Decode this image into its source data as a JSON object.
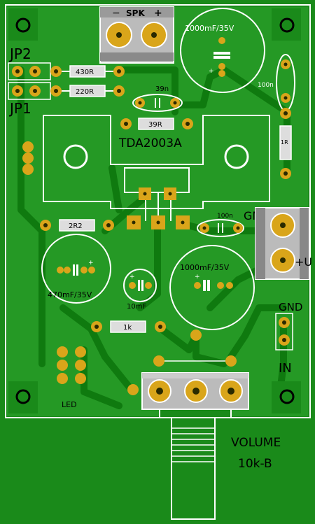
{
  "colors": {
    "board": "#1a8a1a",
    "copper": "#2fae2f",
    "copper_dark": "#158215",
    "silk": "#ffffff",
    "pad": "#d9a51a",
    "pad_hole": "#2a2a00",
    "black": "#000000"
  },
  "labels": {
    "spk": "SPK",
    "spk_minus": "−",
    "spk_plus": "+",
    "cap_top": "1000mF/35V",
    "jp2": "JP2",
    "jp1": "JP1",
    "r430": "430R",
    "r220": "220R",
    "c39n": "39n",
    "r39r": "39R",
    "chip": "TDA2003A",
    "c100n_right": "100n",
    "r1r": "1R",
    "r2r2": "2R2",
    "c100n_mid": "100n",
    "gnd_top": "GND",
    "plus_u": "+U",
    "cap_mid": "1000mF/35V",
    "cap_470": "470mF/35V",
    "cap_10": "10mF",
    "r1k": "1k",
    "gnd_bottom": "GND",
    "in": "IN",
    "led": "LED",
    "volume": "VOLUME",
    "pot": "10k-B"
  }
}
